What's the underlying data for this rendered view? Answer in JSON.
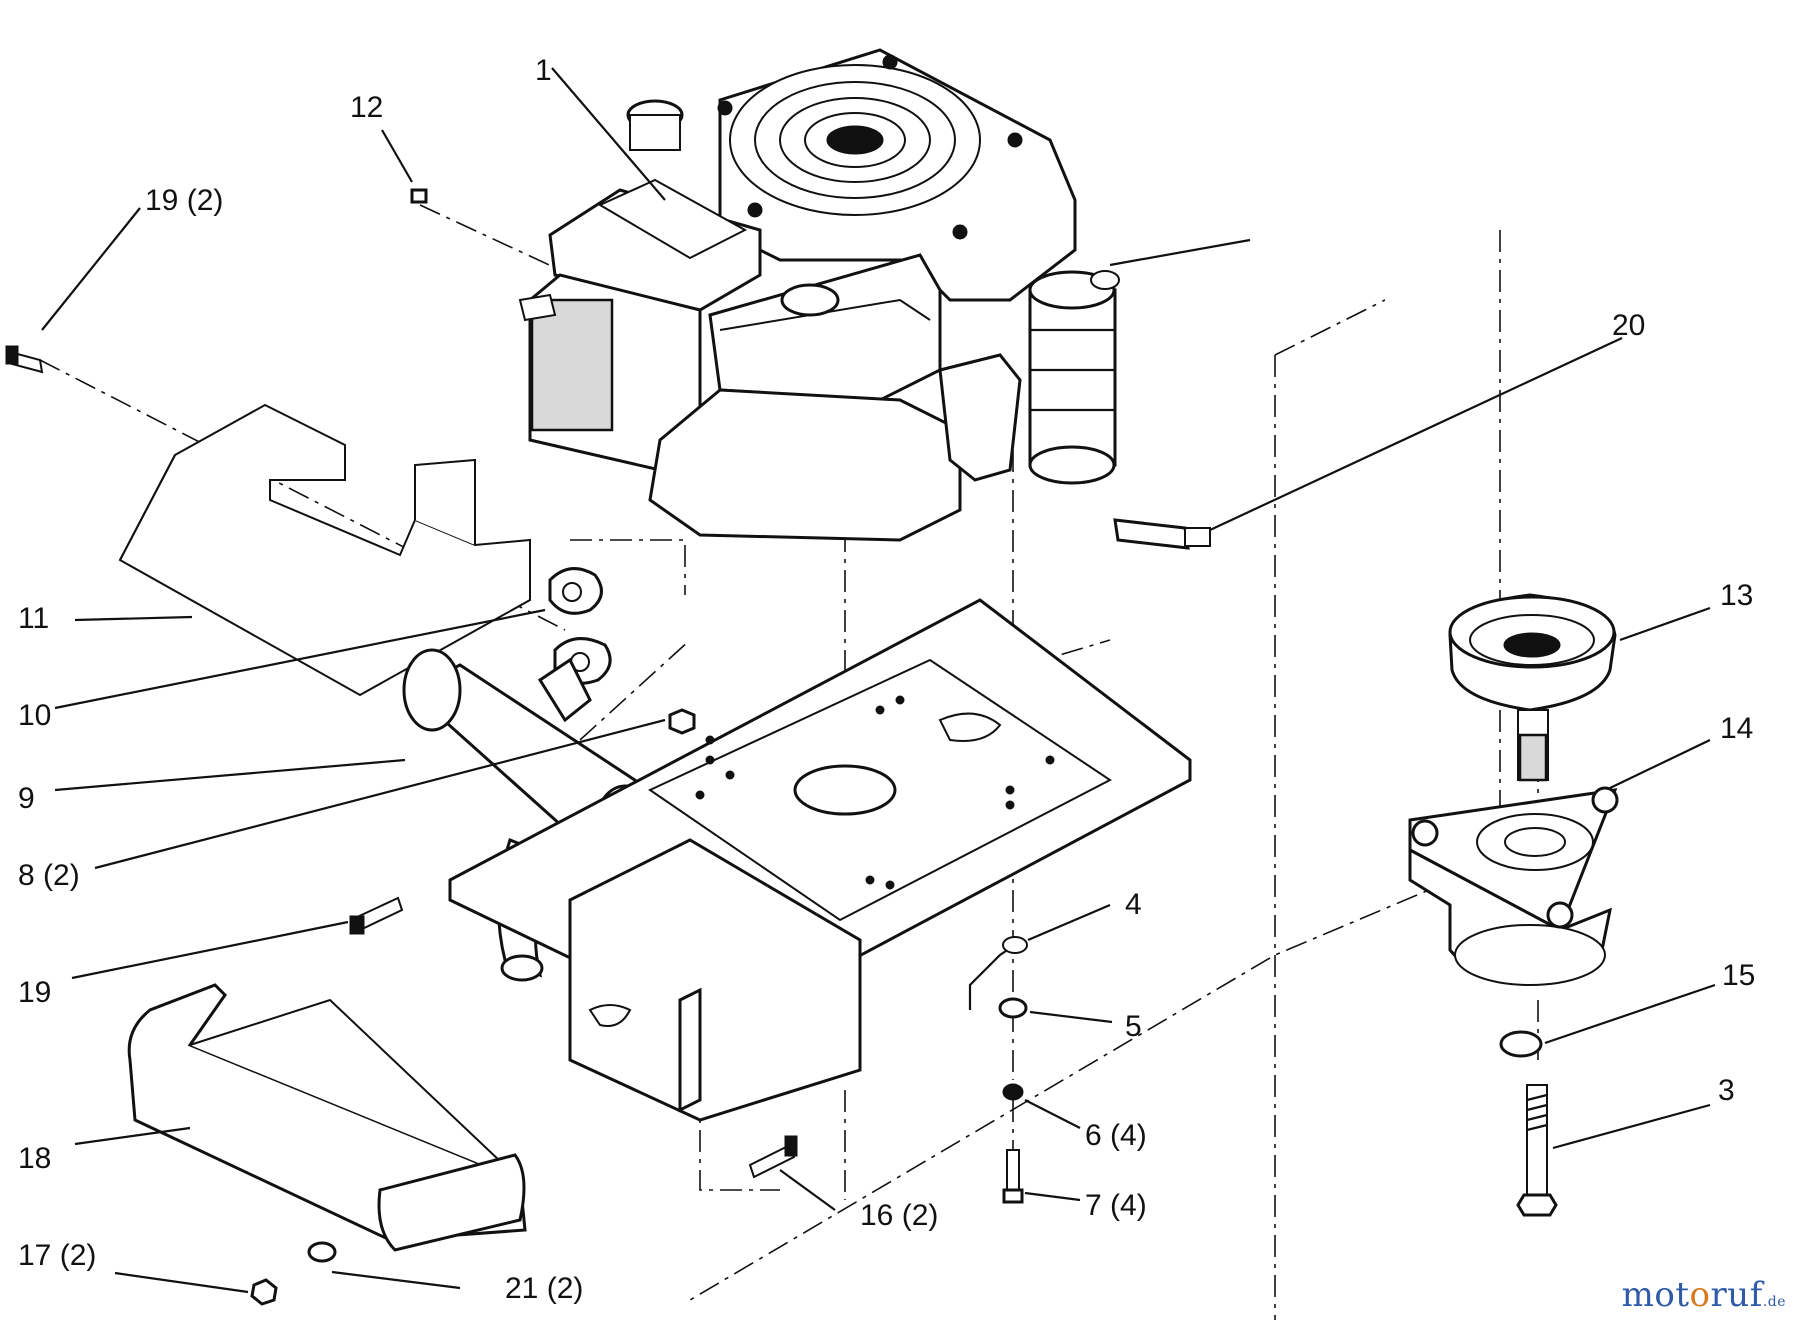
{
  "callouts": [
    {
      "id": "1",
      "text": "1"
    },
    {
      "id": "3",
      "text": "3"
    },
    {
      "id": "4",
      "text": "4"
    },
    {
      "id": "5",
      "text": "5"
    },
    {
      "id": "6",
      "text": "6 (4)"
    },
    {
      "id": "7",
      "text": "7 (4)"
    },
    {
      "id": "8",
      "text": "8 (2)"
    },
    {
      "id": "9",
      "text": "9"
    },
    {
      "id": "10",
      "text": "10"
    },
    {
      "id": "11",
      "text": "11"
    },
    {
      "id": "12",
      "text": "12"
    },
    {
      "id": "13",
      "text": "13"
    },
    {
      "id": "14",
      "text": "14"
    },
    {
      "id": "15",
      "text": "15"
    },
    {
      "id": "16",
      "text": "16 (2)"
    },
    {
      "id": "17",
      "text": "17 (2)"
    },
    {
      "id": "18",
      "text": "18"
    },
    {
      "id": "19",
      "text": "19"
    },
    {
      "id": "19b",
      "text": "19 (2)"
    },
    {
      "id": "20",
      "text": "20"
    },
    {
      "id": "21",
      "text": "21 (2)"
    }
  ],
  "watermark": {
    "text": "motoruf",
    "suffix": ".de",
    "color_primary": "#2e5aa8",
    "color_accent": "#d77a1e"
  }
}
